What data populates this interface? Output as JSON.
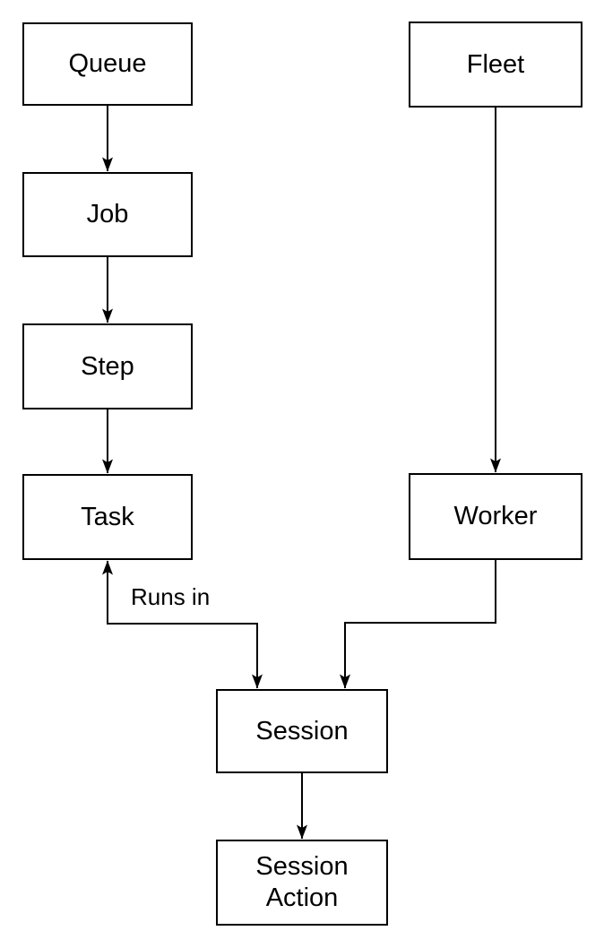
{
  "diagram": {
    "background_color": "#ffffff",
    "box_fill_color": "#ffffff",
    "box_border_color": "#000000",
    "text_color": "#000000",
    "nodes": [
      {
        "id": "queue",
        "label": "Queue"
      },
      {
        "id": "job",
        "label": "Job"
      },
      {
        "id": "step",
        "label": "Step"
      },
      {
        "id": "task",
        "label": "Task"
      },
      {
        "id": "fleet",
        "label": "Fleet"
      },
      {
        "id": "worker",
        "label": "Worker"
      },
      {
        "id": "session",
        "label": "Session"
      },
      {
        "id": "session_action",
        "label": "Session Action",
        "label_lines": [
          "Session",
          "Action"
        ]
      }
    ],
    "edges": [
      {
        "from": "queue",
        "to": "job",
        "arrowheads": "end"
      },
      {
        "from": "job",
        "to": "step",
        "arrowheads": "end"
      },
      {
        "from": "step",
        "to": "task",
        "arrowheads": "end"
      },
      {
        "from": "fleet",
        "to": "worker",
        "arrowheads": "end"
      },
      {
        "from": "task",
        "to": "session",
        "arrowheads": "both",
        "label": "Runs in"
      },
      {
        "from": "worker",
        "to": "session",
        "arrowheads": "end"
      },
      {
        "from": "session",
        "to": "session_action",
        "arrowheads": "end"
      }
    ]
  }
}
